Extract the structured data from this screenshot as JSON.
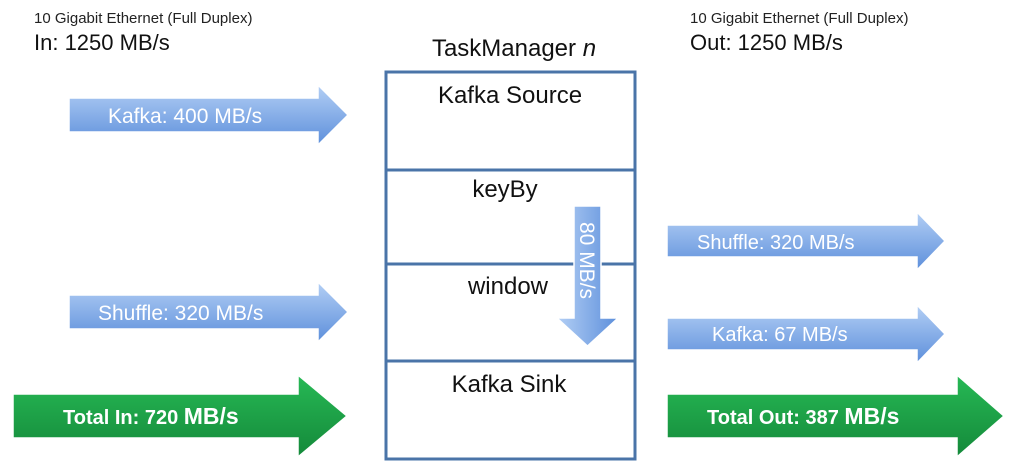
{
  "inbound_link": {
    "label": "10 Gigabit Ethernet (Full Duplex)",
    "rate": "In: 1250 MB/s"
  },
  "outbound_link": {
    "label": "10 Gigabit Ethernet (Full Duplex)",
    "rate": "Out: 1250 MB/s"
  },
  "task_manager": {
    "title": "TaskManager",
    "index": "n",
    "operators": [
      "Kafka Source",
      "keyBy",
      "window",
      "Kafka Sink"
    ]
  },
  "internal_flow": {
    "label": "80 MB/s",
    "color": "#7aa7e6"
  },
  "inbound_arrows": [
    {
      "label": "Kafka: 400 MB/s",
      "color": "#7aa7e6"
    },
    {
      "label": "Shuffle: 320 MB/s",
      "color": "#7aa7e6"
    }
  ],
  "total_in": {
    "prefix": "Total In: 720 ",
    "unit": "MB/s",
    "color": "#1aa346"
  },
  "outbound_arrows": [
    {
      "label": "Shuffle: 320 MB/s",
      "color": "#7aa7e6"
    },
    {
      "label": "Kafka: 67 MB/s",
      "color": "#7aa7e6"
    }
  ],
  "total_out": {
    "prefix": "Total Out: 387 ",
    "unit": "MB/s",
    "color": "#1aa346"
  },
  "colors": {
    "box_border": "#4a74a8",
    "arrow_blue_light": "#a9c8f2",
    "arrow_blue_dark": "#5b8fd9",
    "arrow_green_light": "#22b34f",
    "arrow_green_dark": "#138a36"
  }
}
